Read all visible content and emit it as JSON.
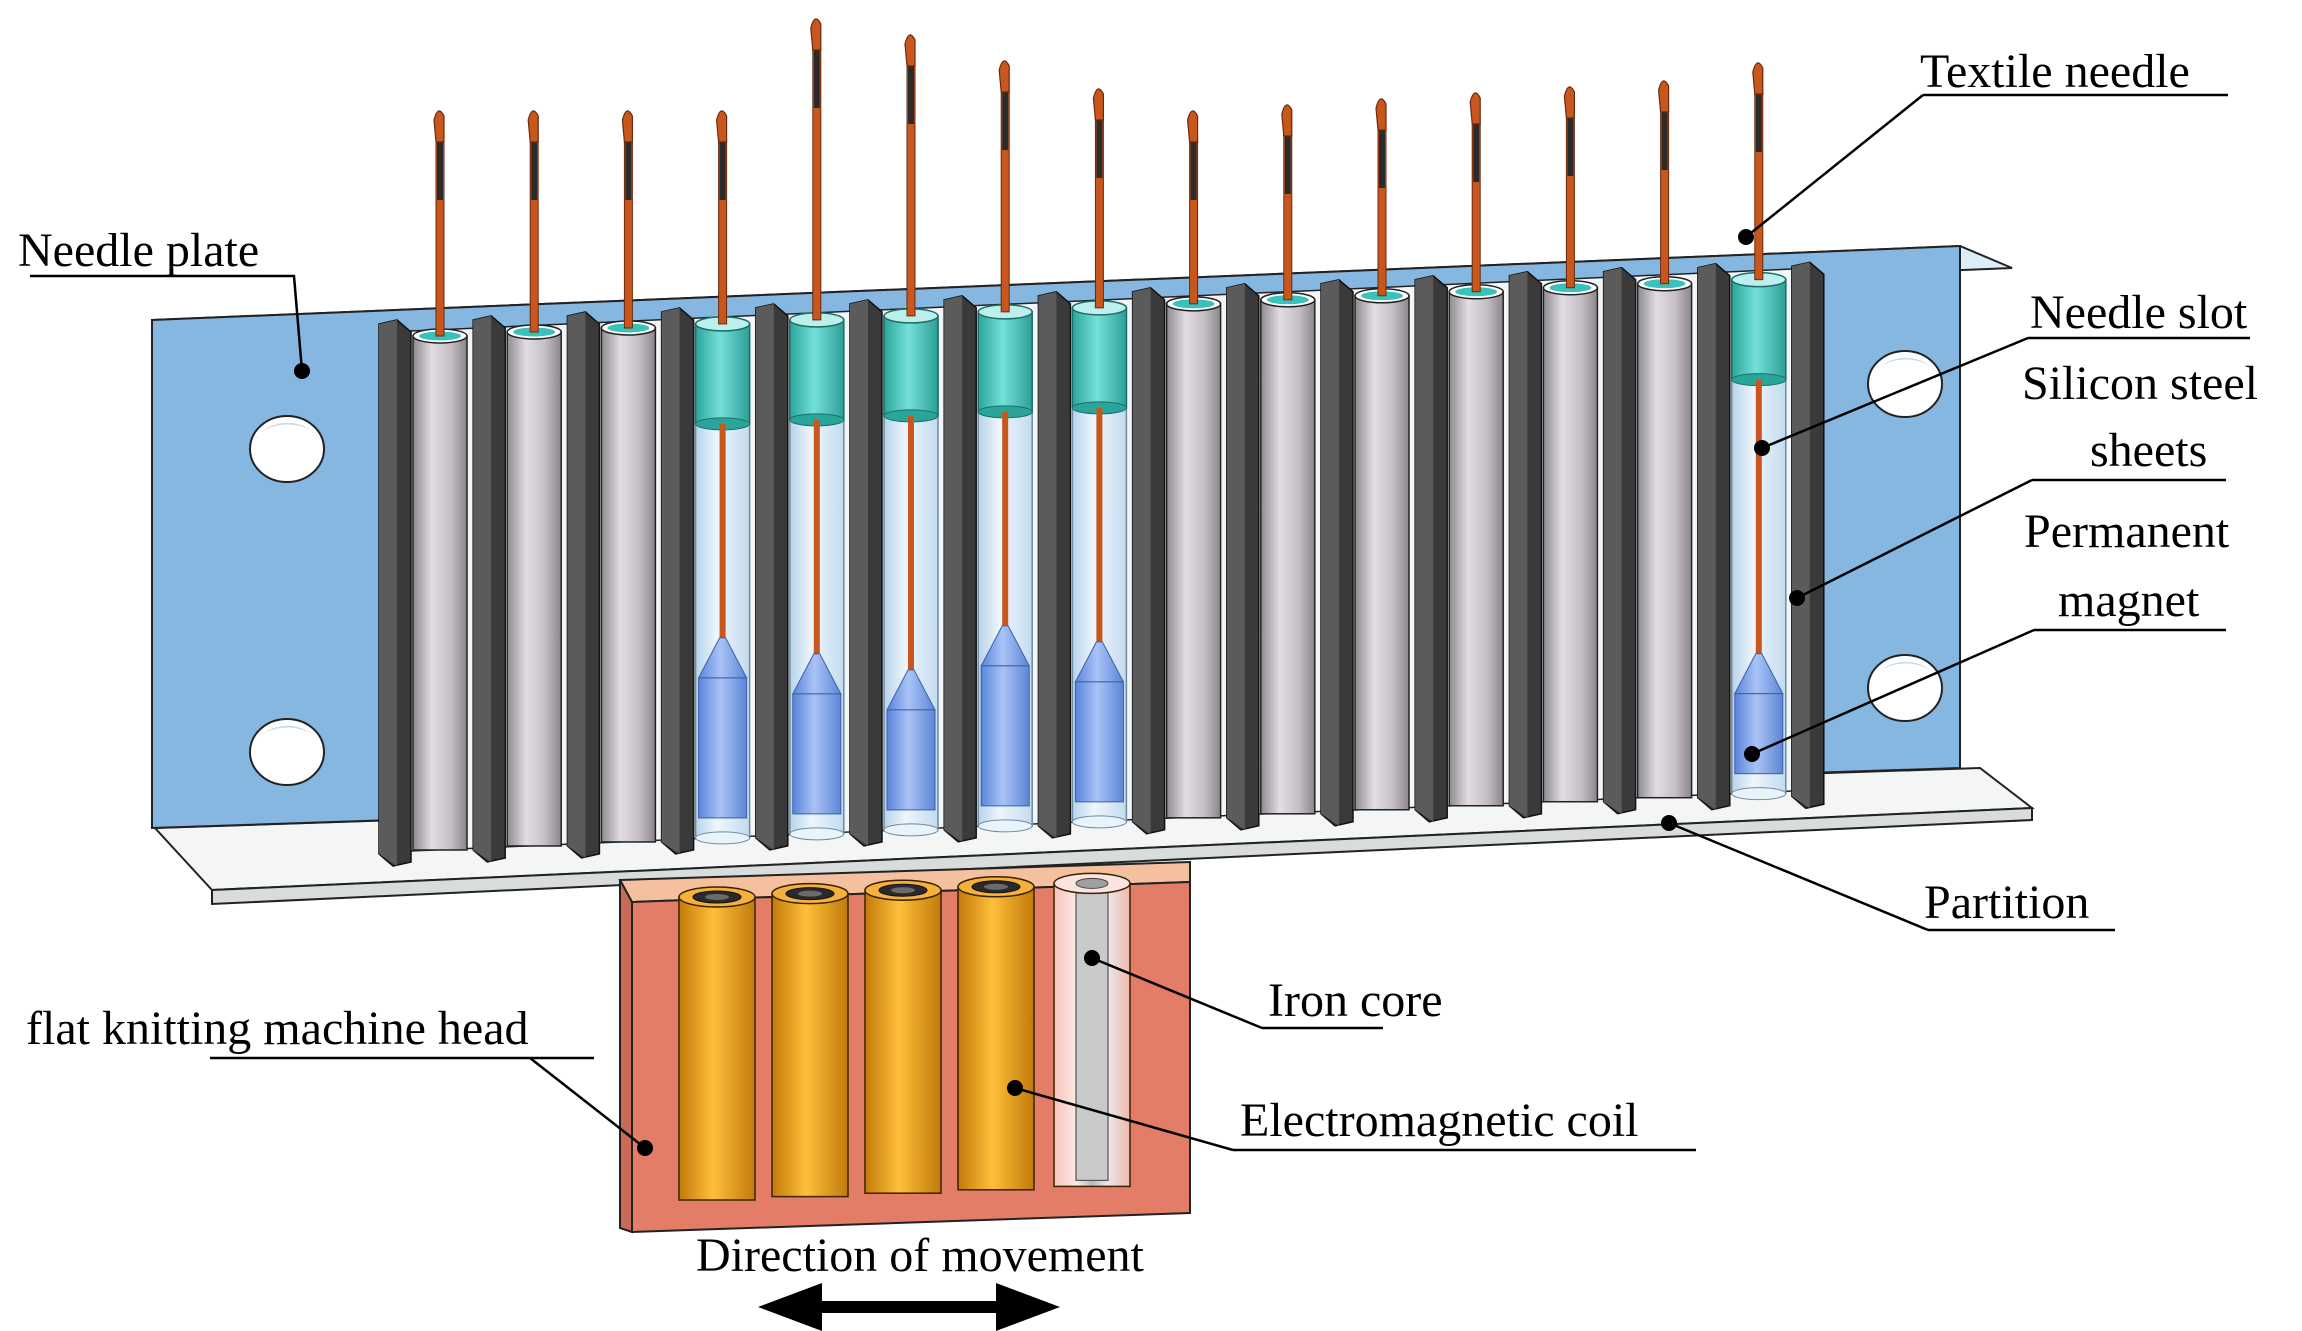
{
  "labels": {
    "needle_plate": "Needle plate",
    "textile_needle": "Textile needle",
    "needle_slot": "Needle slot",
    "silicon_steel_line1": "Silicon steel",
    "silicon_steel_line2": "sheets",
    "permanent_magnet_line1": "Permanent",
    "permanent_magnet_line2": "magnet",
    "partition": "Partition",
    "iron_core": "Iron core",
    "machine_head": "flat knitting machine head",
    "electromagnetic_coil": "Electromagnetic coil",
    "direction": "Direction of movement"
  },
  "colors": {
    "needle_plate": "#85b7e0",
    "needle_plate_top": "#dbeef8",
    "partition": "#f4f6f6",
    "steel_sheet": "#3a3a3a",
    "tube_grey": "#c4bec4",
    "tube_glass": "#dcecf6",
    "teal_cap": "#4cc7bf",
    "magnet": "#7fa6ee",
    "needle": "#c8571e",
    "head_body": "#e37d68",
    "head_top": "#f4c09e",
    "coil": "#eaa21a",
    "iron_core": "#c9c9c9"
  },
  "needle_states": [
    "down",
    "down",
    "down",
    "up",
    "up",
    "up",
    "up",
    "up",
    "down",
    "down",
    "down",
    "down",
    "down",
    "down",
    "up"
  ]
}
